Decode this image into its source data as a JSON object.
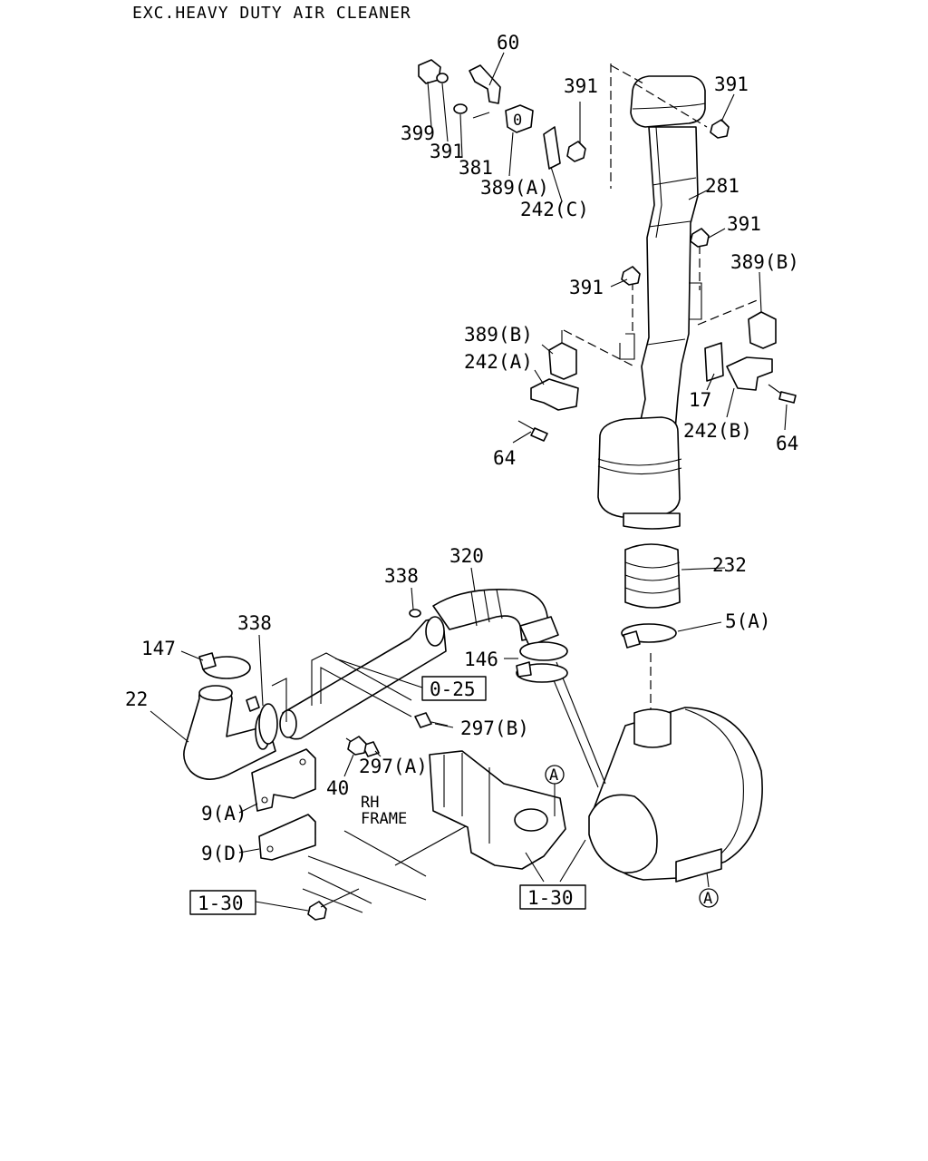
{
  "title": "EXC.HEAVY DUTY AIR CLEANER",
  "labels": {
    "p60": "60",
    "p391_a": "391",
    "p391_b": "391",
    "p399": "399",
    "p391_c": "391",
    "p381": "381",
    "p389a": "389(A)",
    "p242c": "242(C)",
    "p281": "281",
    "p391_d": "391",
    "p389b_r": "389(B)",
    "p391_e": "391",
    "p389b_l": "389(B)",
    "p242a": "242(A)",
    "p17": "17",
    "p242b": "242(B)",
    "p64_r": "64",
    "p64_l": "64",
    "p232": "232",
    "p320": "320",
    "p338_t": "338",
    "p338_l": "338",
    "p5a": "5(A)",
    "p147": "147",
    "p146": "146",
    "p22": "22",
    "ref025": "0-25",
    "p297b": "297(B)",
    "p297a": "297(A)",
    "p40": "40",
    "p9a": "9(A)",
    "p9d": "9(D)",
    "rh": "RH",
    "frame": "FRAME",
    "ref130_l": "1-30",
    "ref130_r": "1-30",
    "circ_a1": "A",
    "circ_a2": "A"
  }
}
